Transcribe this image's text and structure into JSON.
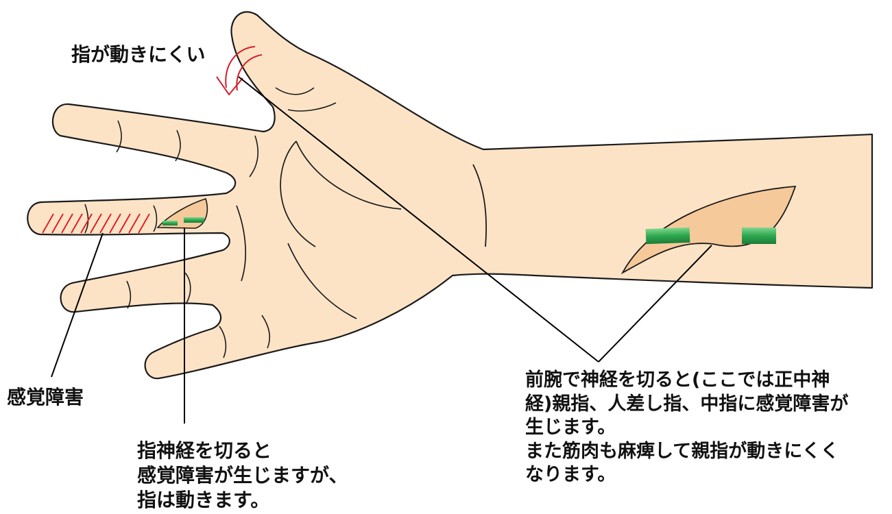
{
  "labels": {
    "thumb_motion": "指が動きにくい",
    "sensory": "感覚障害",
    "digital_nerve": [
      "指神経を切ると",
      "感覚障害が生じますが、",
      "指は動きます。"
    ],
    "forearm_nerve": [
      "前腕で神経を切ると(ここでは正中神",
      "経)親指、人差し指、中指に感覚障害が",
      "生じます。",
      "また筋肉も麻痺して親指が動きにくく",
      "なります。"
    ]
  },
  "colors": {
    "skin": "#fde3c6",
    "skin_outline": "#1a1a1a",
    "exposed_area": "#f6c99a",
    "nerve": "#2ea84f",
    "hatch": "#e0202a",
    "arrow": "#d41e2a",
    "leader": "#000000"
  }
}
